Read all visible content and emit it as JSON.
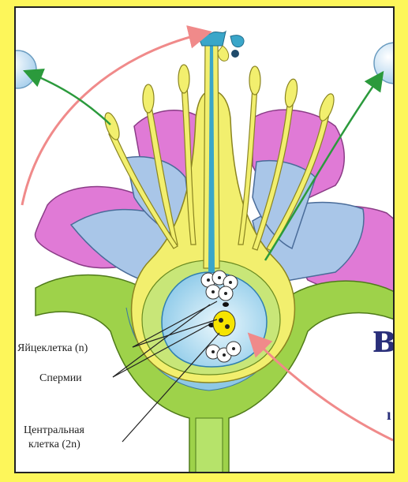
{
  "labels": {
    "egg_cell": "Яйцеклетка (n)",
    "sperm": "Спермии",
    "central_cell_line1": "Центральная",
    "central_cell_line2": "клетка (2n)"
  },
  "overlay_letters": {
    "big": "в",
    "small": "ı"
  },
  "colors": {
    "page_background": "#fdf65a",
    "petal_pink": "#e07ad6",
    "sepal_blue": "#a9c6e8",
    "receptacle_green": "#9ed24a",
    "ovary_yellow": "#f2ef6e",
    "ovule_blue": "#bfe6f5",
    "style_teal": "#3aa6c9",
    "arrow_red": "#f08a8a",
    "arrow_green": "#2b9a3c",
    "pollen_blue": "#cde6f5"
  }
}
